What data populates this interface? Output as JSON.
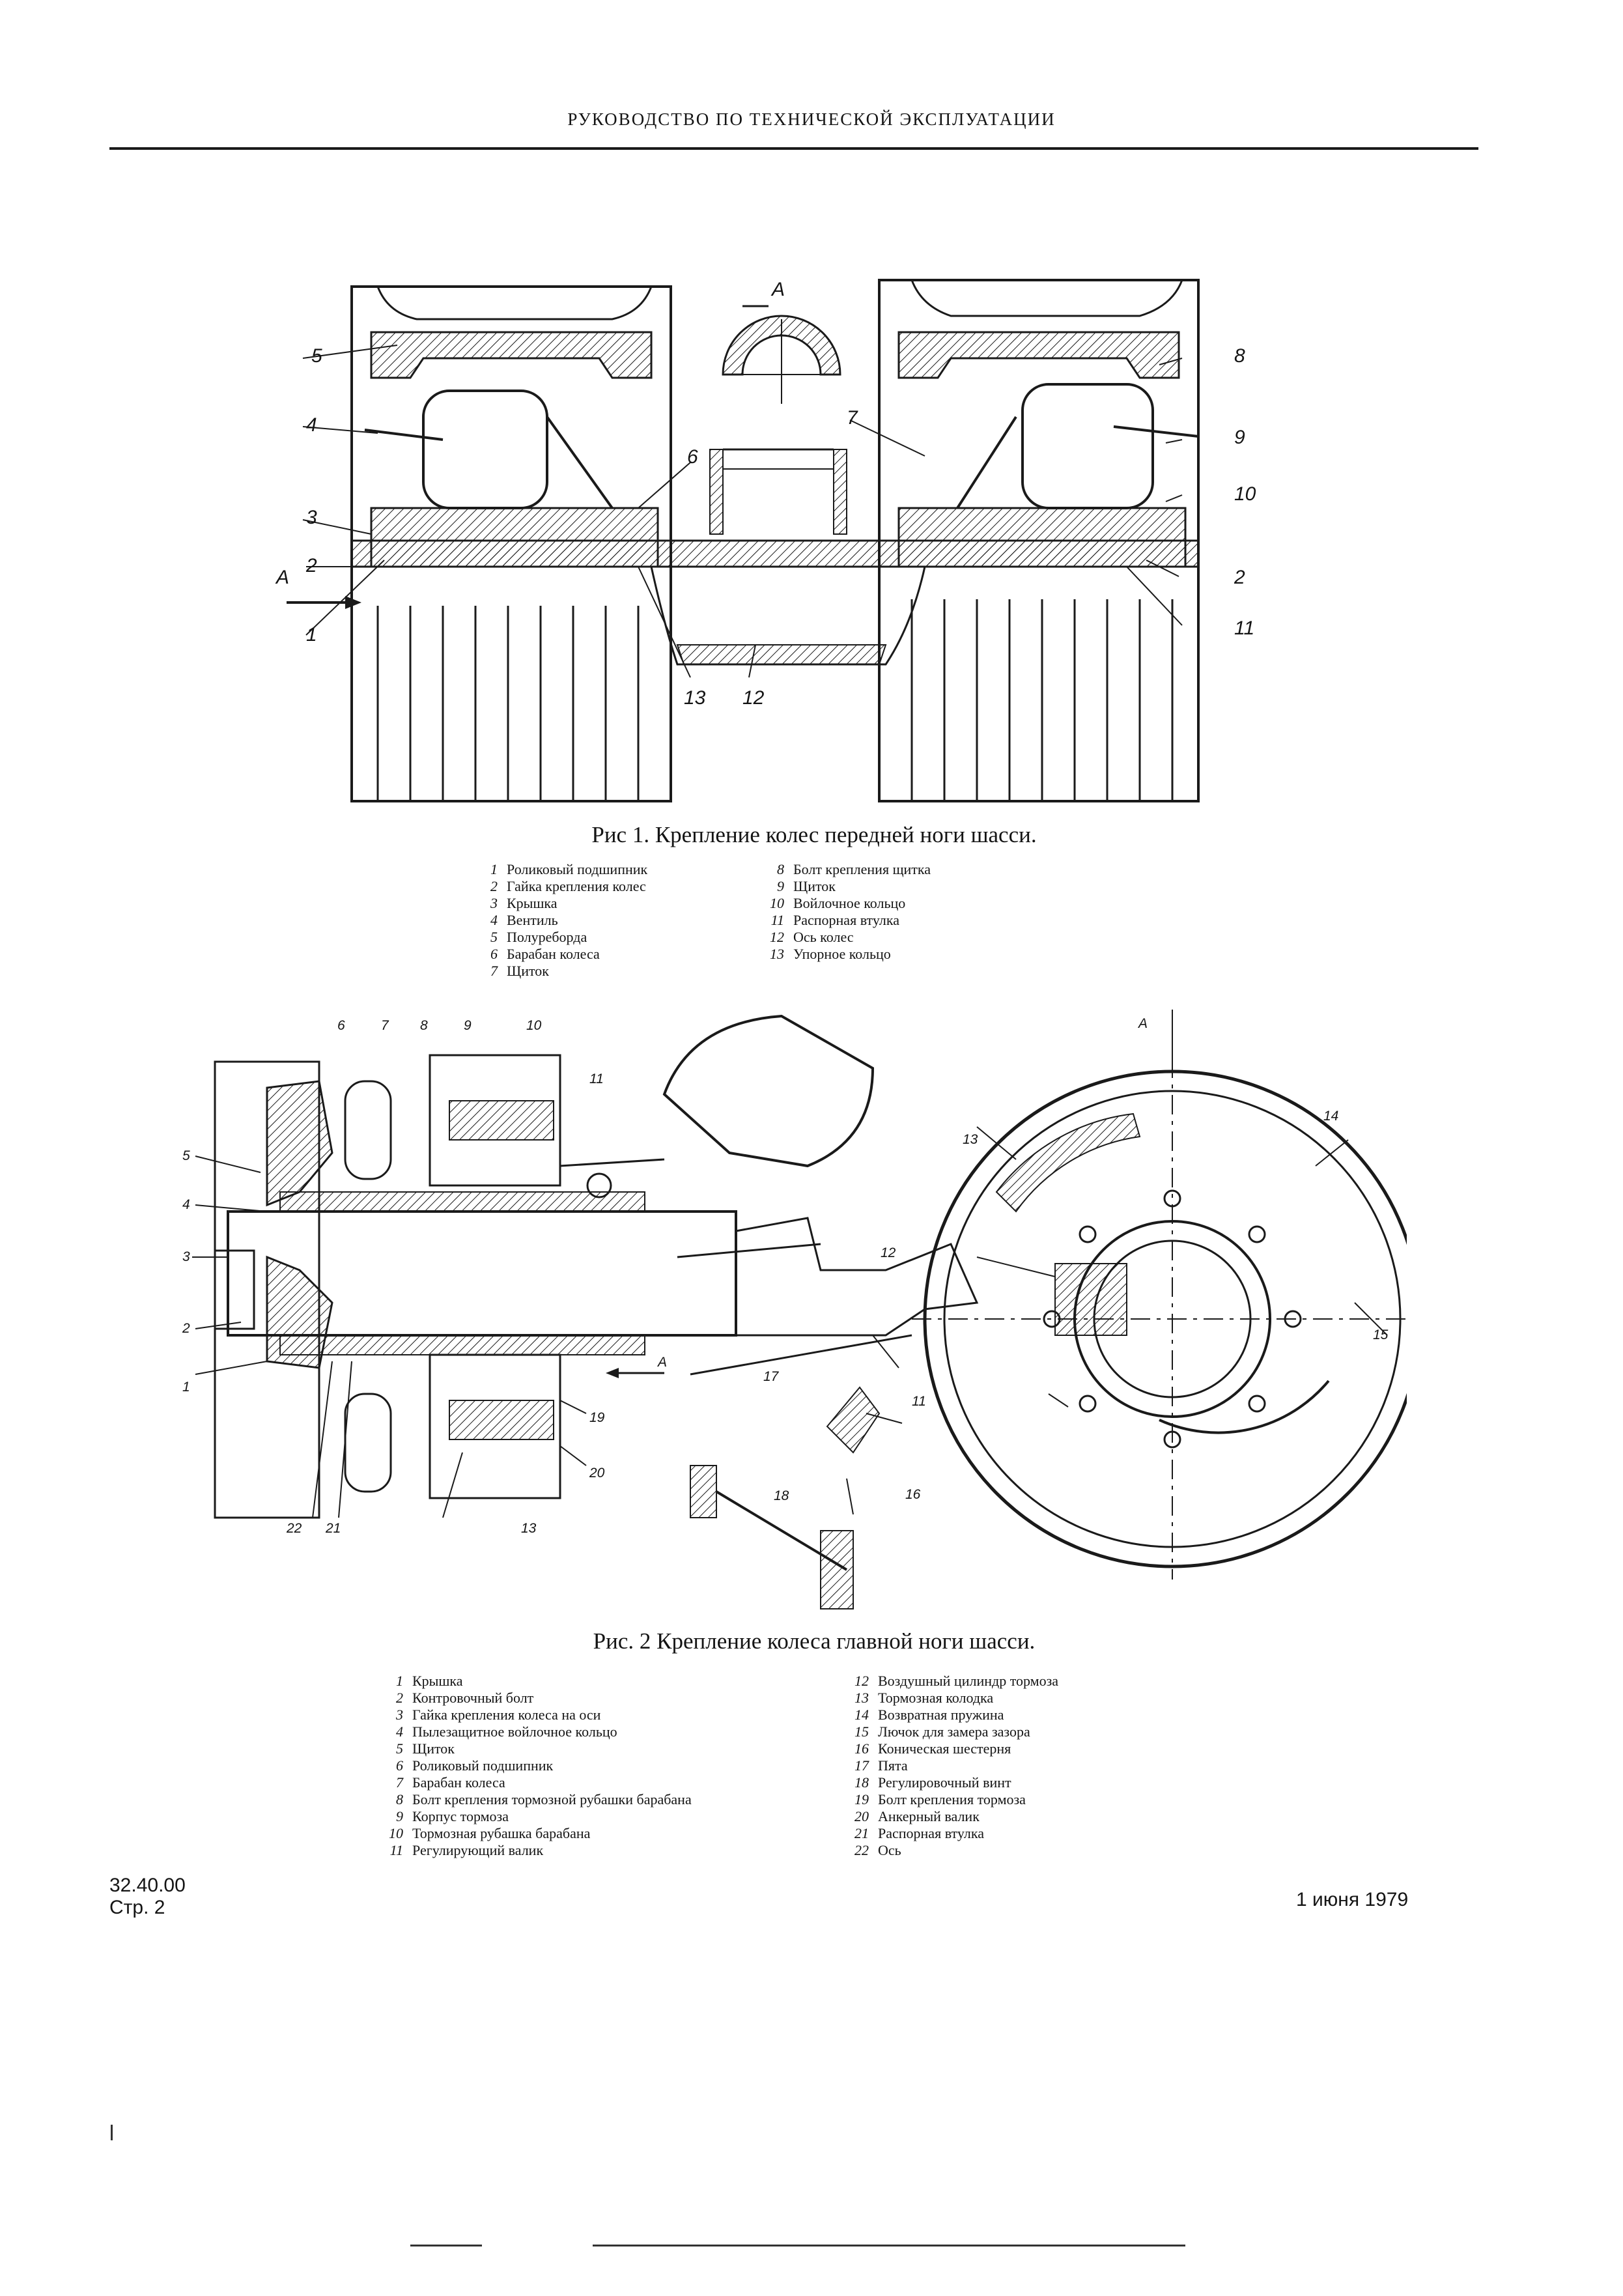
{
  "header": {
    "title": "РУКОВОДСТВО ПО ТЕХНИЧЕСКОЙ ЭКСПЛУАТАЦИИ"
  },
  "figure1": {
    "view_label": "А",
    "caption": "Рис  1. Крепление колес передней  ноги шасси.",
    "legend": [
      {
        "num": "1",
        "text": "Роликовый подшипник"
      },
      {
        "num": "2",
        "text": "Гайка крепления колес"
      },
      {
        "num": "3",
        "text": "Крышка"
      },
      {
        "num": "4",
        "text": "Вентиль"
      },
      {
        "num": "5",
        "text": "Полуреборда"
      },
      {
        "num": "6",
        "text": "Барабан колеса"
      },
      {
        "num": "7",
        "text": "Щиток"
      },
      {
        "num": "8",
        "text": "Болт крепления щитка"
      },
      {
        "num": "9",
        "text": "Щиток"
      },
      {
        "num": "10",
        "text": "Войлочное кольцо"
      },
      {
        "num": "11",
        "text": "Распорная втулка"
      },
      {
        "num": "12",
        "text": "Ось колес"
      },
      {
        "num": "13",
        "text": "Упорное кольцо"
      }
    ]
  },
  "figure2": {
    "view_label": "А",
    "caption": "Рис. 2  Крепление колеса главной ноги шасси.",
    "legend": [
      {
        "num": "1",
        "text": "Крышка"
      },
      {
        "num": "2",
        "text": "Контровочный болт"
      },
      {
        "num": "3",
        "text": "Гайка крепления колеса на оси"
      },
      {
        "num": "4",
        "text": "Пылезащитное войлочное кольцо"
      },
      {
        "num": "5",
        "text": "Щиток"
      },
      {
        "num": "6",
        "text": "Роликовый подшипник"
      },
      {
        "num": "7",
        "text": "Барабан колеса"
      },
      {
        "num": "8",
        "text": "Болт крепления тормозной рубашки барабана"
      },
      {
        "num": "9",
        "text": "Корпус тормоза"
      },
      {
        "num": "10",
        "text": "Тормозная рубашка барабана"
      },
      {
        "num": "11",
        "text": "Регулирующий валик"
      },
      {
        "num": "12",
        "text": "Воздушный цилиндр тормоза"
      },
      {
        "num": "13",
        "text": "Тормозная колодка"
      },
      {
        "num": "14",
        "text": "Возвратная пружина"
      },
      {
        "num": "15",
        "text": "Лючок для замера зазора"
      },
      {
        "num": "16",
        "text": "Коническая шестерня"
      },
      {
        "num": "17",
        "text": "Пята"
      },
      {
        "num": "18",
        "text": "Регулировочный винт"
      },
      {
        "num": "19",
        "text": "Болт крепления тормоза"
      },
      {
        "num": "20",
        "text": "Анкерный валик"
      },
      {
        "num": "21",
        "text": "Распорная втулка"
      },
      {
        "num": "22",
        "text": "Ось"
      }
    ]
  },
  "footer": {
    "doc_number": "32.40.00",
    "page": "Стр. 2",
    "date": "1 июня 1979"
  }
}
